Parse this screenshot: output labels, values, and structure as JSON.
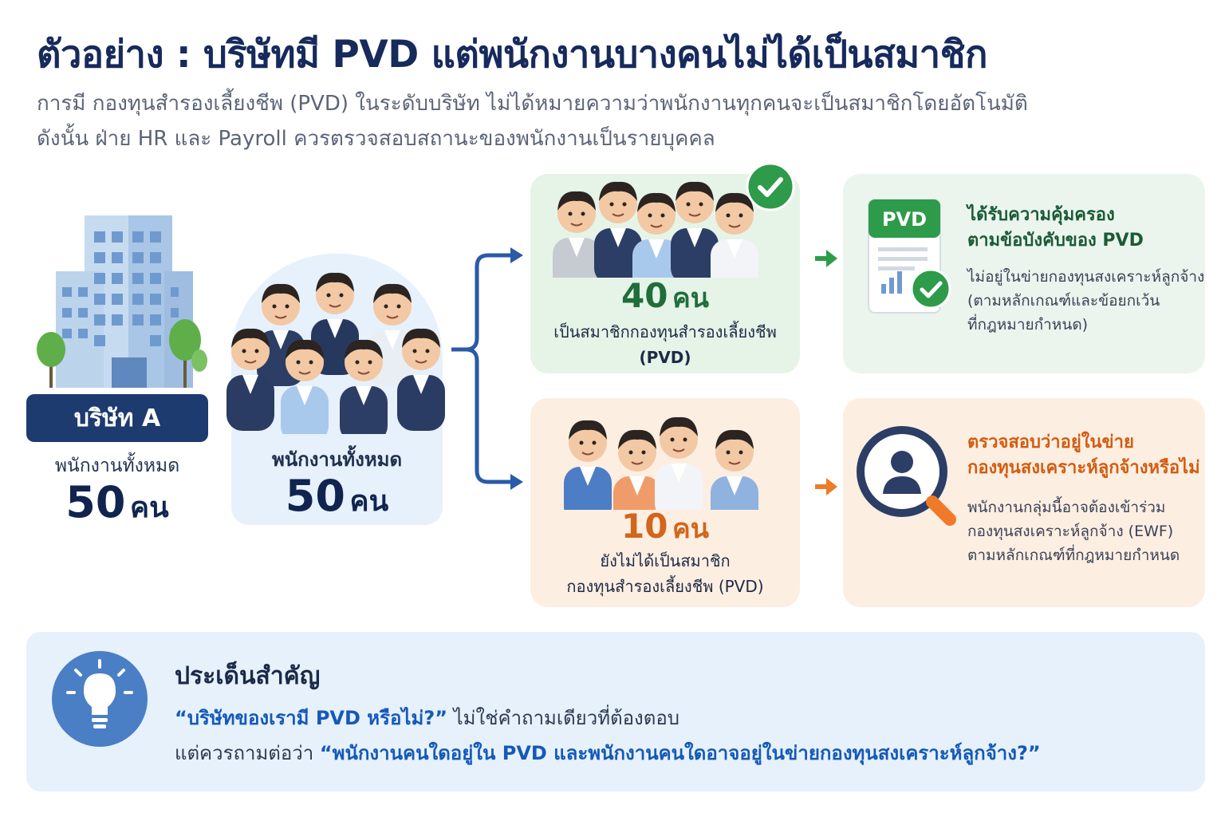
{
  "header": {
    "title": "ตัวอย่าง : บริษัทมี PVD แต่พนักงานบางคนไม่ได้เป็นสมาชิก",
    "subtitle_line1": "การมี กองทุนสำรองเลี้ยงชีพ (PVD) ในระดับบริษัท ไม่ได้หมายความว่าพนักงานทุกคนจะเป็นสมาชิกโดยอัตโนมัติ",
    "subtitle_line2": "ดังนั้น ฝ่าย HR และ Payroll ควรตรวจสอบสถานะของพนักงานเป็นรายบุคคล"
  },
  "company": {
    "name": "บริษัท A",
    "label": "พนักงานทั้งหมด",
    "count": "50",
    "unit": "คน"
  },
  "all_employees": {
    "label": "พนักงานทั้งหมด",
    "count": "50",
    "unit": "คน"
  },
  "members": {
    "count": "40",
    "unit": "คน",
    "desc_line1": "เป็นสมาชิกกองทุนสำรองเลี้ยงชีพ",
    "desc_line2": "(PVD)"
  },
  "non_members": {
    "count": "10",
    "unit": "คน",
    "desc_line1": "ยังไม่ได้เป็นสมาชิก",
    "desc_line2": "กองทุนสำรองเลี้ยงชีพ (PVD)"
  },
  "pvd_info": {
    "doc_label": "PVD",
    "title_line1": "ได้รับความคุ้มครอง",
    "title_line2": "ตามข้อบังคับของ PVD",
    "body_line1": "ไม่อยู่ในข่ายกองทุนสงเคราะห์ลูกจ้าง",
    "body_line2": "(ตามหลักเกณฑ์และข้อยกเว้น",
    "body_line3": "ที่กฎหมายกำหนด)"
  },
  "check_info": {
    "title_line1": "ตรวจสอบว่าอยู่ในข่าย",
    "title_line2": "กองทุนสงเคราะห์ลูกจ้างหรือไม่",
    "body_line1": "พนักงานกลุ่มนี้อาจต้องเข้าร่วม",
    "body_line2": "กองทุนสงเคราะห์ลูกจ้าง (EWF)",
    "body_line3": "ตามหลักเกณฑ์ที่กฎหมายกำหนด"
  },
  "key_point": {
    "title": "ประเด็นสำคัญ",
    "line1_em": "“บริษัทของเรามี PVD หรือไม่?”",
    "line1_rest": " ไม่ใช่คำถามเดียวที่ต้องตอบ",
    "line2_start": "แต่ควรถามต่อว่า ",
    "line2_em": "“พนักงานคนใดอยู่ใน PVD และพนักงานคนใดอาจอยู่ในข่ายกองทุนสงเคราะห์ลูกจ้าง?”"
  },
  "icons": {
    "company": "office-building-icon",
    "members_check": "check-circle-icon",
    "pvd_doc": "document-chart-icon",
    "search": "magnifier-person-icon",
    "key": "lightbulb-icon"
  },
  "colors": {
    "navy": "#162a5c",
    "green": "#1f6e3c",
    "orange": "#d2661a",
    "blue_accent": "#1559b8"
  }
}
